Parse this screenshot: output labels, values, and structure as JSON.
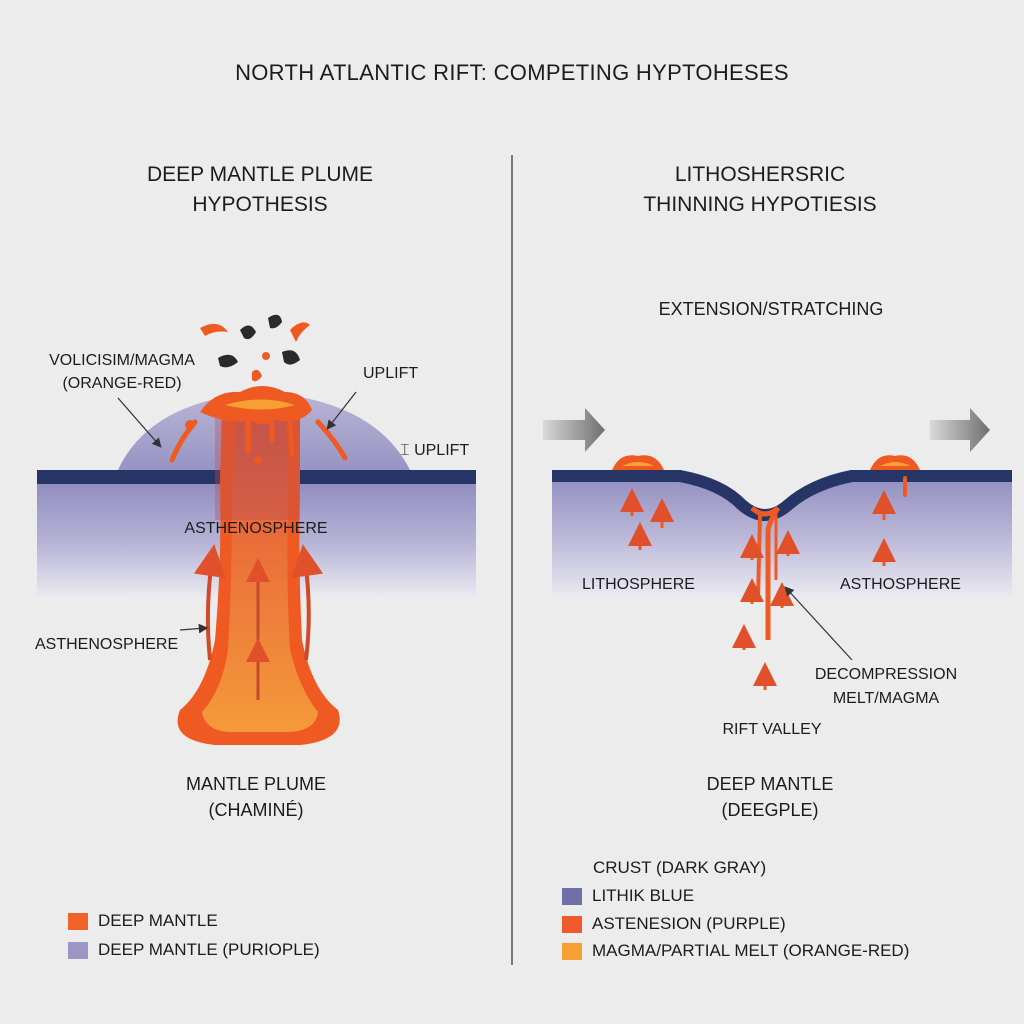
{
  "title": "NORTH ATLANTIC RIFT: COMPETING HYPTOHESES",
  "left_panel": {
    "title_lines": [
      "DEEP MANTLE PLUME",
      "HYPOTHESIS"
    ],
    "labels": {
      "volcanism_lines": [
        "VOLICISIM/MAGMA",
        "(ORANGE-RED)"
      ],
      "uplift": "UPLIFT",
      "uplift_right": "UPLIFT",
      "asthenosphere_inner": "ASTHENOSPHERE",
      "asthenosphere_outer": "ASTHENOSPHERE",
      "plume_lines": [
        "MANTLE PLUME",
        "(CHAMINÉ)"
      ]
    },
    "legend": [
      {
        "label": "DEEP MANTLE",
        "color": "#f0642a"
      },
      {
        "label": "DEEP MANTLE (PURIOPLE)",
        "color": "#9b96c4"
      }
    ]
  },
  "right_panel": {
    "title_lines": [
      "LITHOSHERSRIC",
      "THINNING HYPOTIESIS"
    ],
    "labels": {
      "extension": "EXTENSION/STRATCHING",
      "lithosphere": "LITHOSPHERE",
      "asthosphere": "ASTHOSPHERE",
      "decompression_lines": [
        "DECOMPRESSION",
        "MELT/MAGMA"
      ],
      "rift_valley": "RIFT VALLEY",
      "deep_mantle_lines": [
        "DEEP MANTLE",
        "(DEEGPLE)"
      ]
    },
    "legend_header": "CRUST (DARK GRAY)",
    "legend": [
      {
        "label": "LITHIK BLUE",
        "color": "#6e6fa6"
      },
      {
        "label": "ASTENESION (PURPLE)",
        "color": "#ee5a2c"
      },
      {
        "label": "MAGMA/PARTIAL MELT (ORANGE-RED)",
        "color": "#f5a033"
      }
    ]
  },
  "colors": {
    "crust": "#263566",
    "lithosphere": "#8c88bd",
    "magma": "#ef5a23",
    "melt": "#f7a033",
    "arrow_gray": "#8a8a8a"
  }
}
